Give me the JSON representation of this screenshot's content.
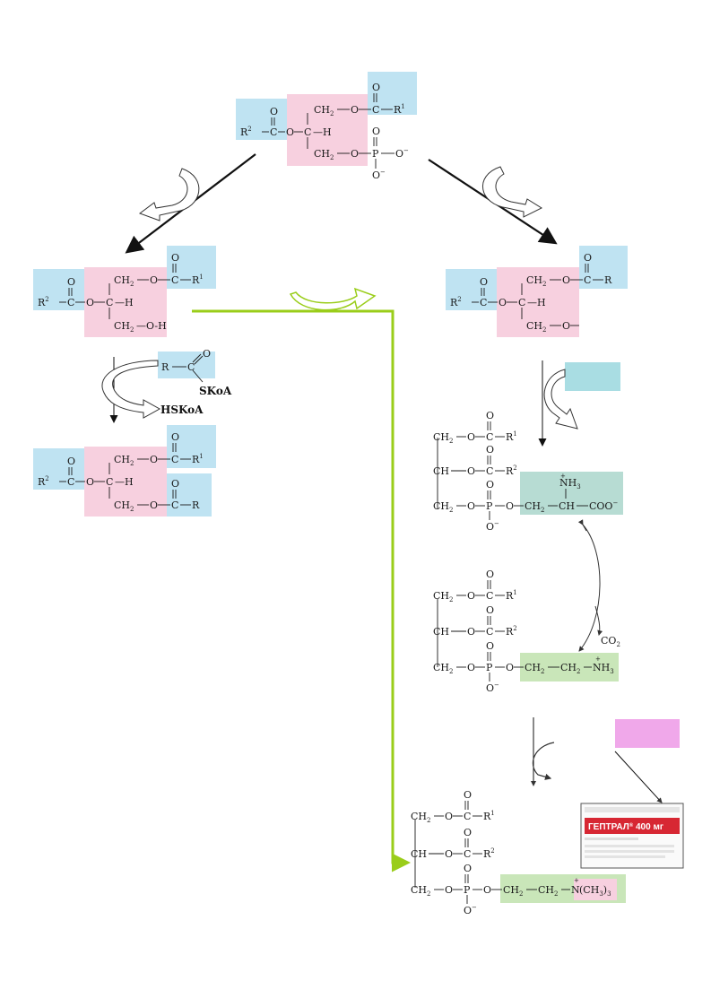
{
  "colors": {
    "blue_box": "#bfe3f2",
    "pink_box": "#f7d0df",
    "green_box": "#c9e6b9",
    "teal_box": "#b7dcd3",
    "cyan_box": "#a9dde3",
    "magenta_box": "#f0a8ea",
    "green_arrow": "#9acd1a",
    "drug_red": "#d72733"
  },
  "labels": {
    "r1": "R",
    "r2": "R",
    "r": "R",
    "sup1": "1",
    "sup2": "2",
    "c": "C",
    "o": "O",
    "h": "H",
    "p": "P",
    "ch2": "CH",
    "sub2": "2",
    "ch": "CH",
    "oh": "OH",
    "o_minus": "O",
    "minus": "−",
    "plus": "+",
    "nh3": "NH",
    "sub3": "3",
    "coo": "COO",
    "n": "N",
    "ch3": "(CH",
    "ch3_close": ")",
    "skoa": "SKoA",
    "hskoa": "HSKoA",
    "co2": "CO",
    "h_line": "—H",
    "o_dash_h": "—O-H"
  },
  "drug_box": {
    "name": "ГЕПТРАЛ",
    "reg": "®",
    "dose": "400 мг"
  }
}
